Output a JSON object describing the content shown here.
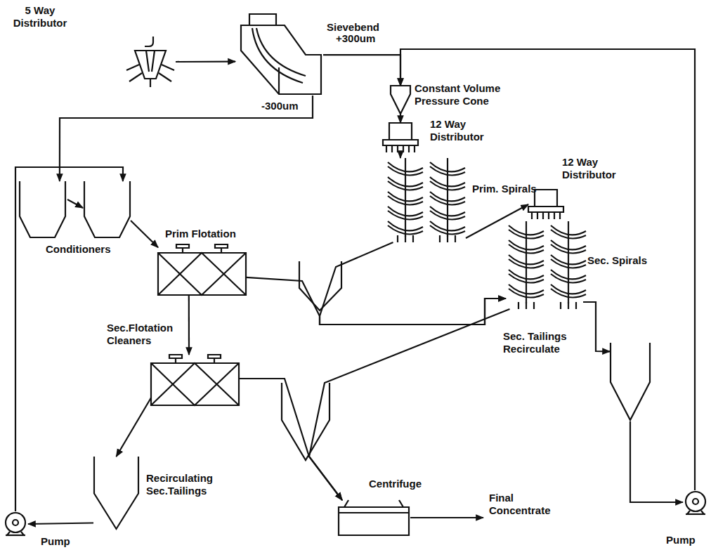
{
  "diagram": {
    "nodes": [
      {
        "text": [
          "5 Way Distributor"
        ]
      },
      {
        "text": [
          "Sievebend"
        ]
      },
      {
        "text": [
          "Constant Volume Pressure Cone"
        ]
      },
      {
        "text": [
          "12 Way Distributor"
        ]
      },
      {
        "text": [
          "Prim. Spirals"
        ]
      },
      {
        "text": [
          "Conditioners"
        ]
      },
      {
        "text": [
          "Prim Flotation"
        ]
      },
      {
        "text": [
          "12 Way Distributor"
        ]
      },
      {
        "text": [
          "Sec. Spirals"
        ]
      },
      {
        "text": [
          "Sec.Flotation Cleaners"
        ]
      },
      {
        "text": [
          "Recirculating Sec.Tailings"
        ]
      },
      {
        "text": [
          "Sec. Tailings Recirculate"
        ]
      },
      {
        "text": [
          "Centrifuge"
        ]
      },
      {
        "text": [
          "Pump"
        ]
      },
      {
        "text": [
          "Pump"
        ]
      }
    ],
    "edges": [
      {
        "from": 0,
        "to": 1,
        "arrow": "to"
      },
      {
        "from": 1,
        "to": 2,
        "label": "+300um",
        "arrow": "to"
      },
      {
        "from": 1,
        "to": 5,
        "label": "-300um",
        "arrow": "to"
      },
      {
        "from": 14,
        "to": 2,
        "arrow": "to"
      },
      {
        "from": 2,
        "to": 3,
        "arrow": "to"
      },
      {
        "from": 3,
        "to": 4,
        "arrow": "to"
      },
      {
        "from": 4,
        "to": 7,
        "arrow": "to"
      },
      {
        "from": 4,
        "to": 8,
        "arrow": "to"
      },
      {
        "from": 5,
        "to": 6,
        "arrow": "to"
      },
      {
        "from": 6,
        "to": 8,
        "arrow": "to"
      },
      {
        "from": 6,
        "to": 9,
        "arrow": "to"
      },
      {
        "from": 9,
        "to": 10,
        "arrow": "to"
      },
      {
        "from": 9,
        "to": 12,
        "arrow": "to"
      },
      {
        "from": 8,
        "to": 12,
        "arrow": "to"
      },
      {
        "from": 8,
        "to": 11,
        "arrow": "to"
      },
      {
        "from": 11,
        "to": 14,
        "arrow": "to"
      },
      {
        "from": 10,
        "to": 13,
        "arrow": "to"
      },
      {
        "from": 13,
        "to": 5,
        "arrow": "to"
      }
    ],
    "labels": [
      "Final Concentrate"
    ]
  }
}
